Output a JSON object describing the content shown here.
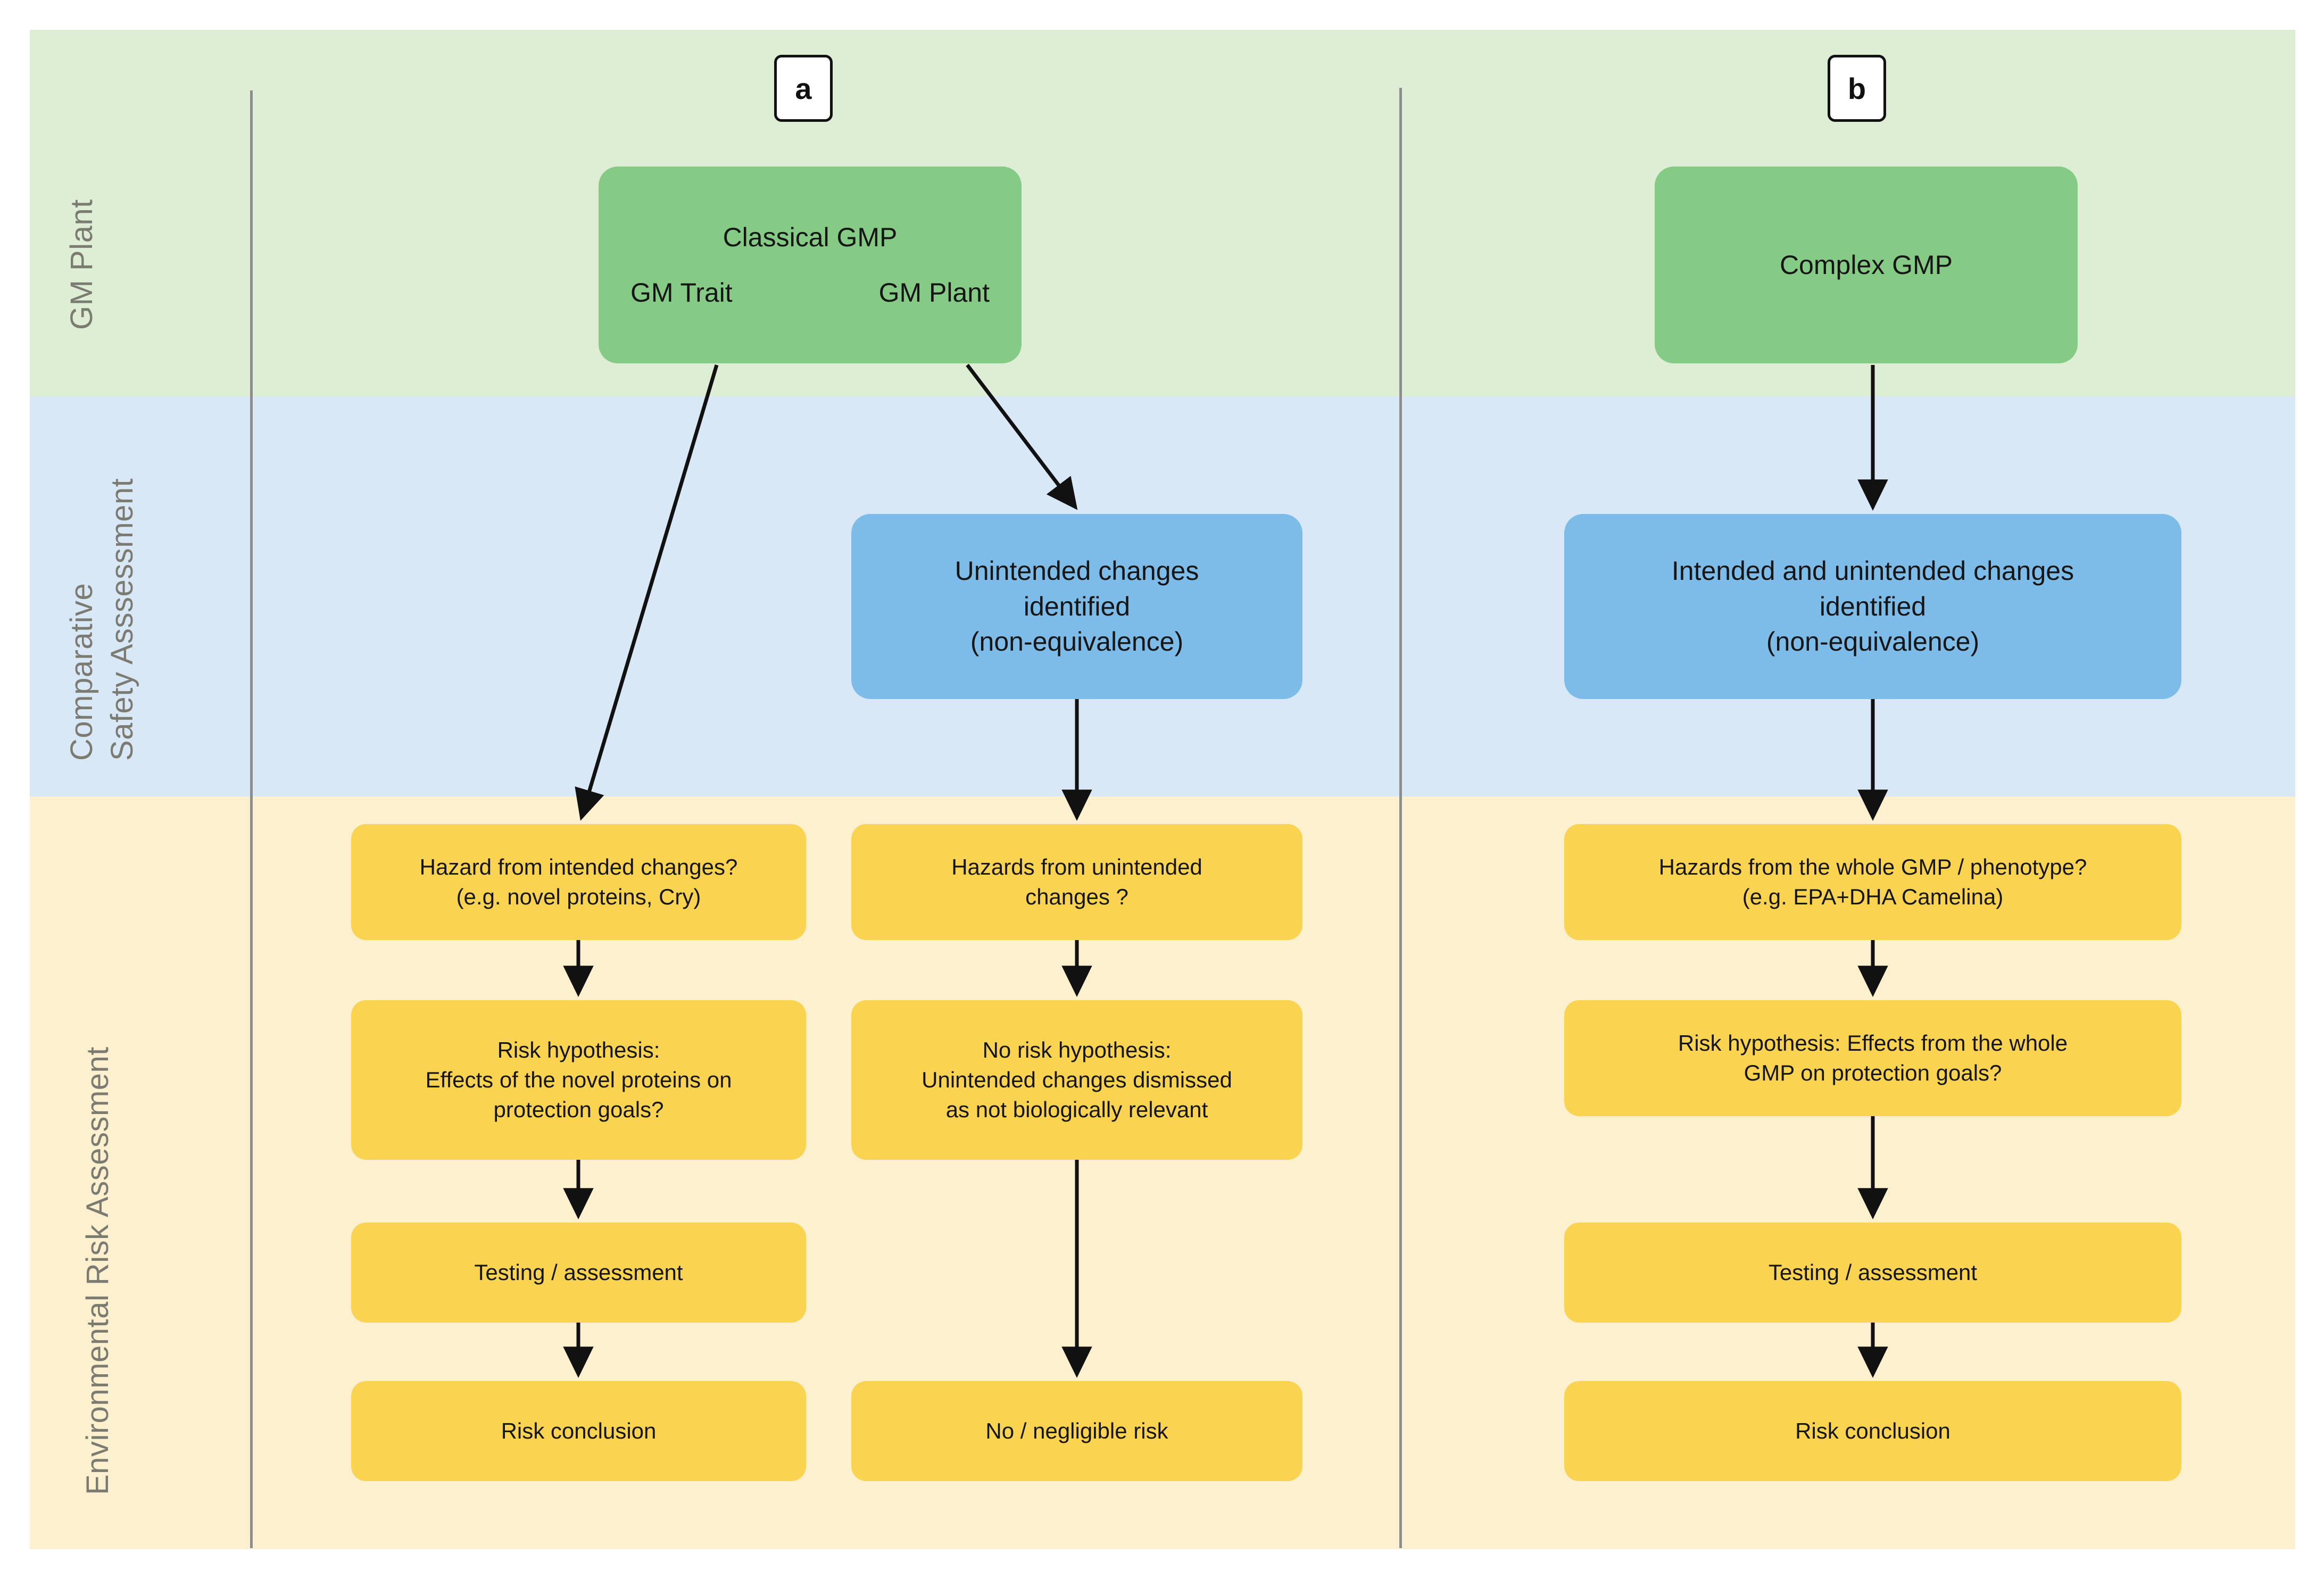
{
  "bands": [
    {
      "id": "gm-plant",
      "label": "GM Plant",
      "color": "#ddeed4"
    },
    {
      "id": "csa-line1",
      "label": "Comparative",
      "color": "#d9e8f7"
    },
    {
      "id": "csa-line2",
      "label": "Safety Asssessment",
      "color": "#d9e8f7"
    },
    {
      "id": "era",
      "label": "Environmental Risk Assessment",
      "color": "#fdf0cf"
    }
  ],
  "panels": {
    "a": {
      "tag": "a"
    },
    "b": {
      "tag": "b"
    }
  },
  "nodes": {
    "classical_gmp": {
      "title": "Classical GMP",
      "left_item": "GM Trait",
      "right_item": "GM Plant",
      "color": "#86cb85"
    },
    "complex_gmp": {
      "label": "Complex GMP",
      "color": "#86cb85"
    },
    "unintended_changes": {
      "line1": "Unintended changes",
      "line2": "identified",
      "line3": "(non-equivalence)",
      "color": "#7dbce8"
    },
    "intended_and_unintended_changes": {
      "line1": "Intended and unintended changes",
      "line2": "identified",
      "line3": "(non-equivalence)",
      "color": "#7dbce8"
    },
    "hazard_intended": {
      "line1": "Hazard from intended changes?",
      "line2": "(e.g. novel proteins, Cry)",
      "color": "#fad351"
    },
    "hazard_unintended": {
      "line1": "Hazards from unintended",
      "line2": "changes ?",
      "color": "#fad351"
    },
    "hazard_whole_gmp": {
      "line1": "Hazards from the whole GMP / phenotype?",
      "line2": "(e.g. EPA+DHA Camelina)",
      "color": "#fad351"
    },
    "risk_hypothesis_a": {
      "line1": "Risk hypothesis:",
      "line2": "Effects of the novel proteins on",
      "line3": "protection goals?",
      "color": "#fad351"
    },
    "no_risk_hypothesis": {
      "line1": "No risk hypothesis:",
      "line2": "Unintended changes dismissed",
      "line3": "as not biologically relevant",
      "color": "#fad351"
    },
    "risk_hypothesis_b": {
      "line1": "Risk hypothesis: Effects from the whole",
      "line2": "GMP on protection goals?",
      "color": "#fad351"
    },
    "testing_a": {
      "label": "Testing / assessment",
      "color": "#fad351"
    },
    "testing_b": {
      "label": "Testing / assessment",
      "color": "#fad351"
    },
    "risk_conclusion_a": {
      "label": "Risk conclusion",
      "color": "#fad351"
    },
    "negligible_risk": {
      "label": "No / negligible risk",
      "color": "#fad351"
    },
    "risk_conclusion_b": {
      "label": "Risk conclusion",
      "color": "#fad351"
    }
  },
  "colors": {
    "band_green": "#ddeed4",
    "band_blue": "#d9e8f7",
    "band_yellow": "#fdf0cf",
    "node_green": "#86cb85",
    "node_blue": "#7dbce8",
    "node_yellow": "#fad351",
    "arrow": "#111111",
    "divider": "#8d8d8d",
    "band_label_text": "#7b7b72"
  }
}
